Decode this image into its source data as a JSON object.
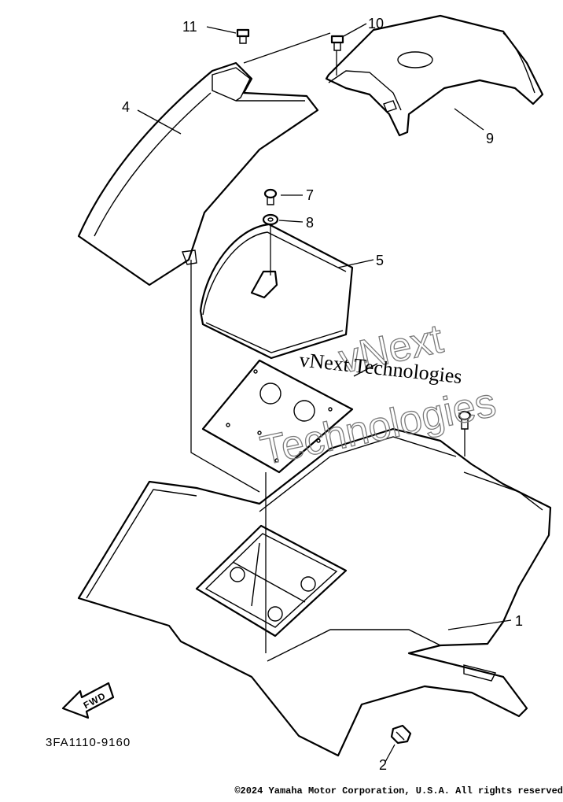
{
  "callouts": {
    "c1": "1",
    "c2": "2",
    "c4": "4",
    "c5": "5",
    "c7": "7",
    "c8": "8",
    "c9": "9",
    "c10": "10",
    "c11": "11"
  },
  "fwd_label": "FWD",
  "part_code": "3FA1110-9160",
  "watermark": {
    "outline_line1": "vNext",
    "outline_line2": "Technologies",
    "serif_line": "vNext Technologies"
  },
  "copyright": "©2024 Yamaha Motor Corporation, U.S.A. All rights reserved"
}
